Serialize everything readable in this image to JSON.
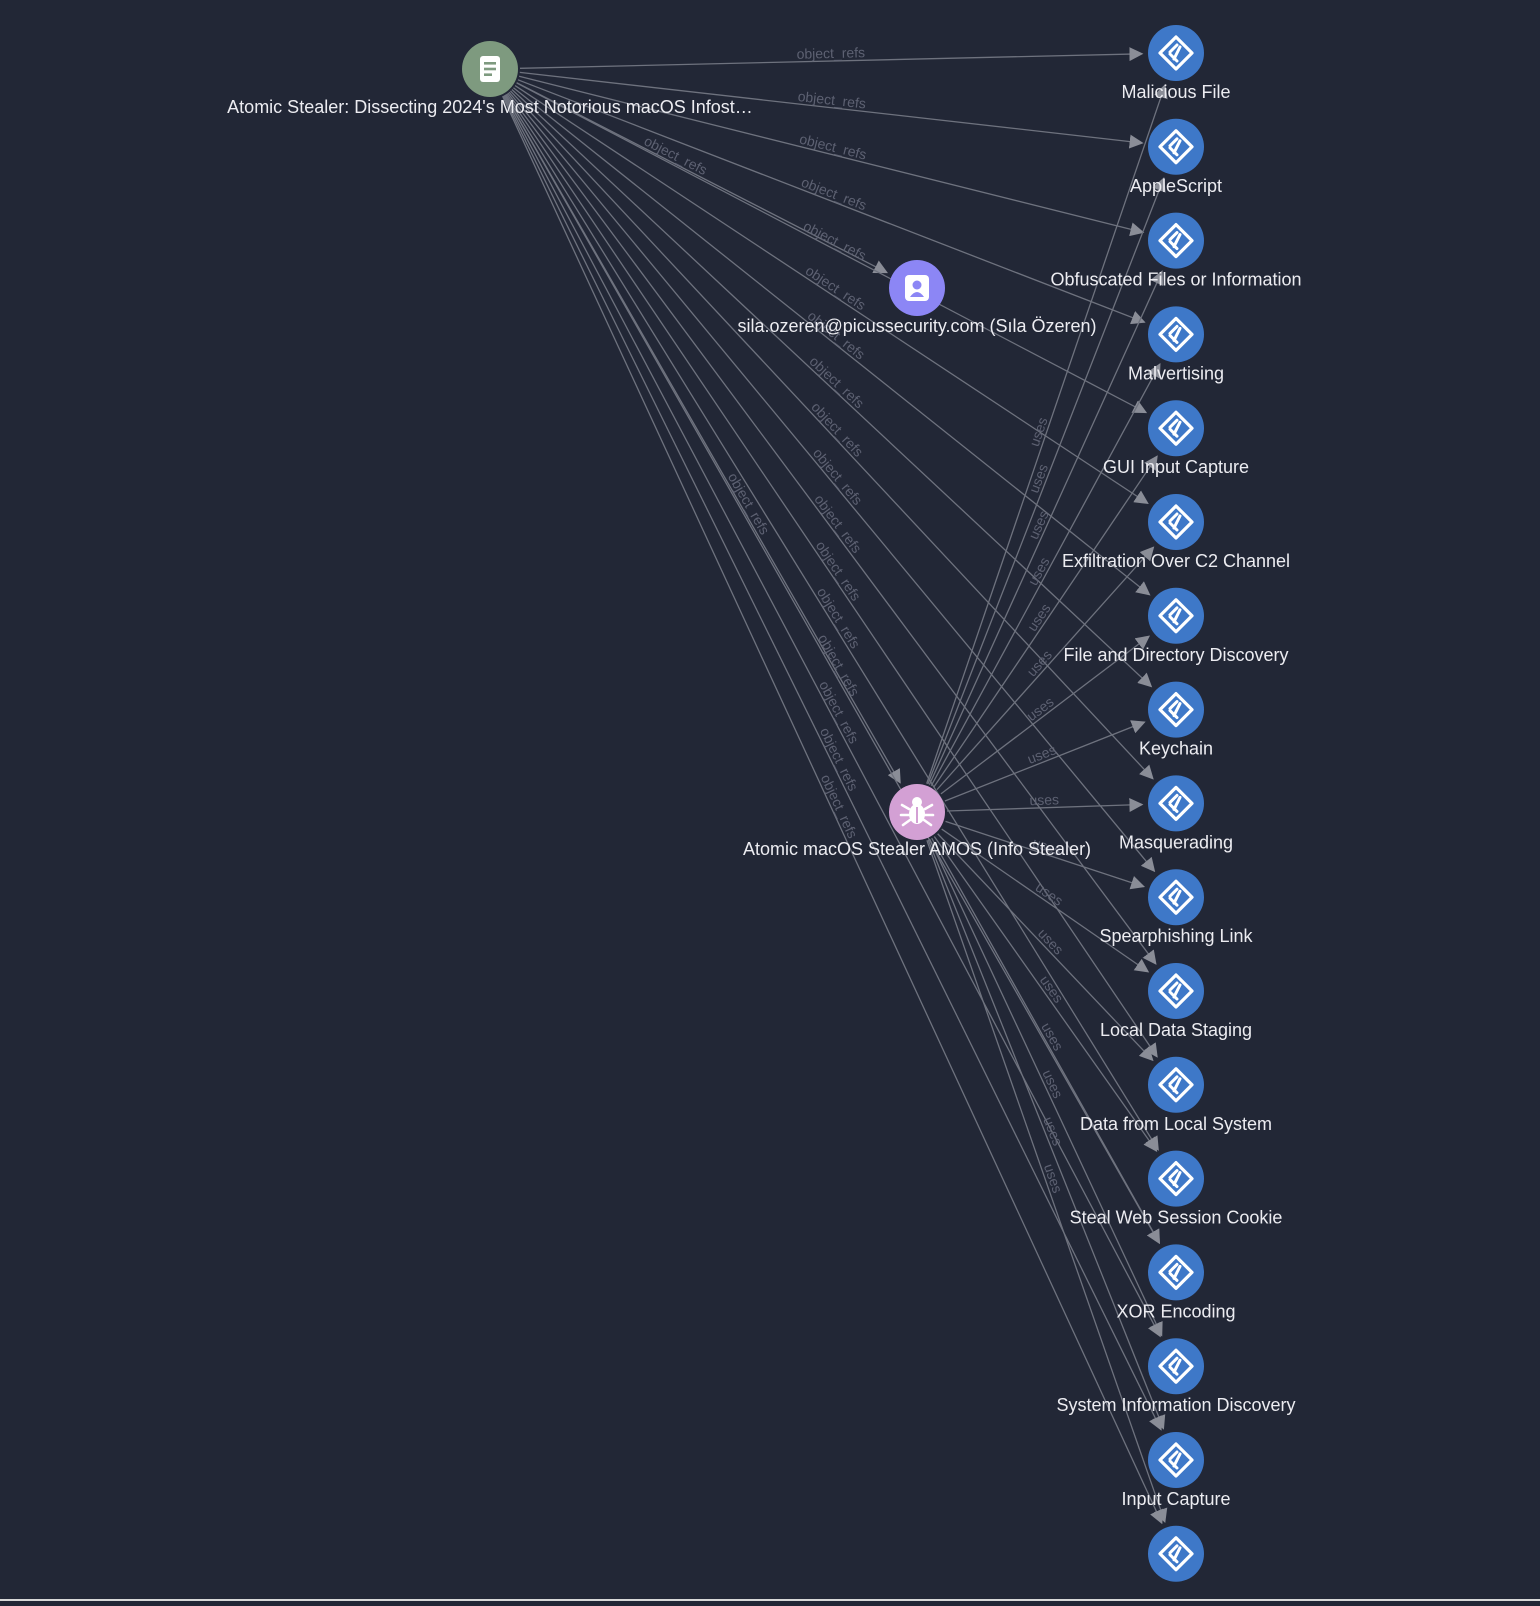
{
  "graph": {
    "edge_color": "#6e727e",
    "label_color": "#ececf1",
    "report": {
      "label": "Atomic Stealer: Dissecting 2024's Most Notorious macOS Infost…",
      "icon": "document-icon",
      "color": "#7e9a7f"
    },
    "identity": {
      "label": "sila.ozeren@picussecurity.com (Sıla Özeren)",
      "icon": "person-icon",
      "color": "#8c86f5"
    },
    "malware": {
      "label": "Atomic macOS Stealer AMOS (Info Stealer)",
      "icon": "bug-icon",
      "color": "#d3a0d4"
    },
    "attack_pattern_color": "#3e78c8",
    "attack_pattern_icon": "attack-pattern-icon",
    "attack_patterns": [
      {
        "label": "Malicious File"
      },
      {
        "label": "AppleScript"
      },
      {
        "label": "Obfuscated Files or Information"
      },
      {
        "label": "Malvertising"
      },
      {
        "label": "GUI Input Capture"
      },
      {
        "label": "Exfiltration Over C2 Channel"
      },
      {
        "label": "File and Directory Discovery"
      },
      {
        "label": "Keychain"
      },
      {
        "label": "Masquerading"
      },
      {
        "label": "Spearphishing Link"
      },
      {
        "label": "Local Data Staging"
      },
      {
        "label": "Data from Local System"
      },
      {
        "label": "Steal Web Session Cookie"
      },
      {
        "label": "XOR Encoding"
      },
      {
        "label": "System Information Discovery"
      },
      {
        "label": "Input Capture"
      },
      {
        "label": ""
      }
    ],
    "relations": {
      "object_refs": "object_refs",
      "uses": "uses"
    }
  }
}
